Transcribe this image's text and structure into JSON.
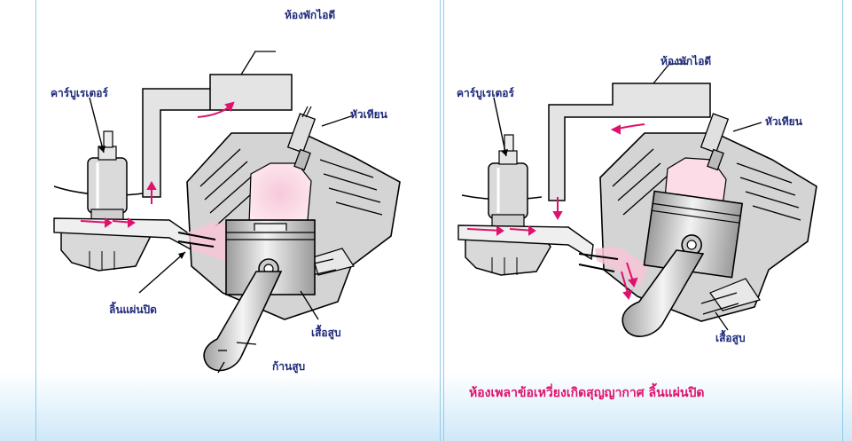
{
  "left_panel": {
    "labels": {
      "crankcase_chamber": "ห้องพักไอดี",
      "carburetor": "คาร์บูเรเตอร์",
      "spark_plug": "หัวเทียน",
      "reed_valve": "ลิ้นแผ่นปิด",
      "cylinder": "เสื้อสูบ",
      "connecting_rod": "ก้านสูบ"
    }
  },
  "right_panel": {
    "labels": {
      "crankcase_chamber": "ห้องพักไอดี",
      "carburetor": "คาร์บูเรเตอร์",
      "spark_plug": "หัวเทียน",
      "cylinder": "เสื้อสูบ"
    },
    "caption": "ห้องเพลาข้อเหวี่ยงเกิดสุญญากาศ ลิ้นแผ่นปิด"
  },
  "colors": {
    "label_text": "#1f2a7a",
    "caption_text": "#e0106c",
    "flow_arrow": "#e0106c",
    "engine_fill": "#d6d6d6",
    "mixture_fill": "#f3bcd0",
    "panel_border": "#8fcbe8"
  }
}
